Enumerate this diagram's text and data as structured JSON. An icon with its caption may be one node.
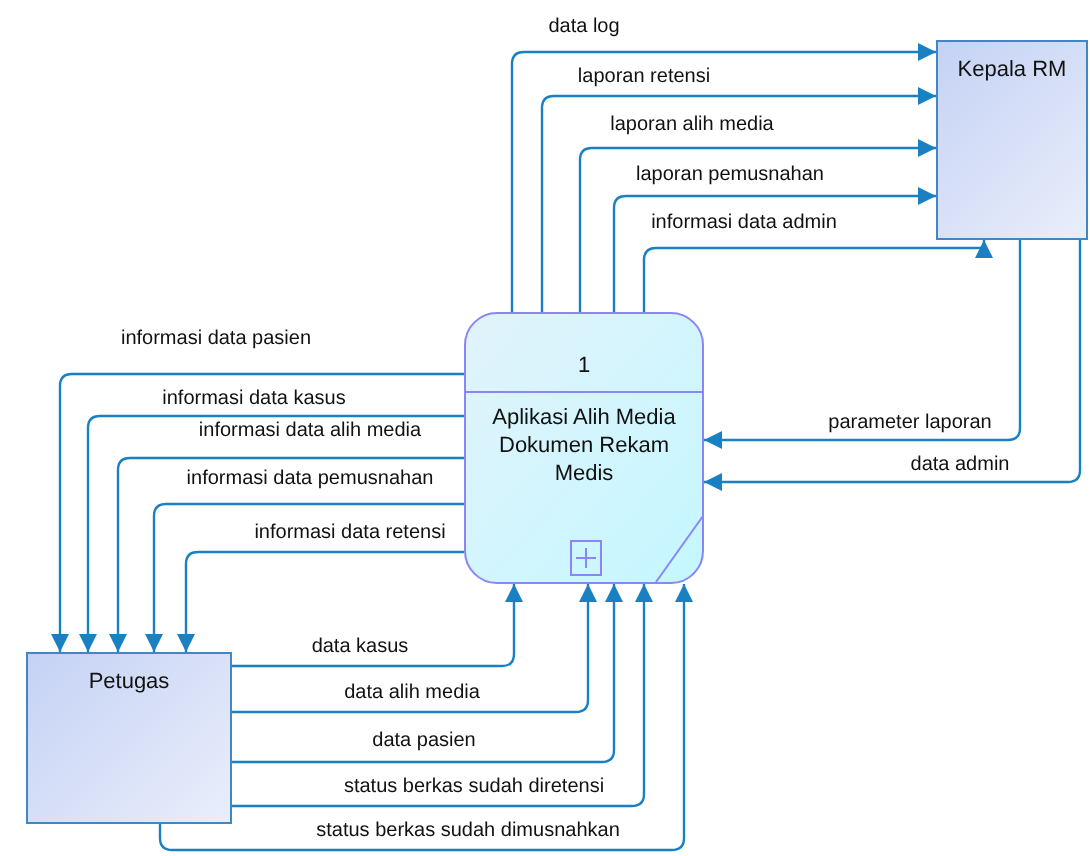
{
  "diagram": {
    "nodes": [
      {
        "text": [
          "Kepala RM"
        ]
      },
      {
        "text": [
          "1",
          "Aplikasi Alih Media Dokumen Rekam Medis"
        ]
      },
      {
        "text": [
          "Petugas"
        ]
      }
    ],
    "edges": [
      {
        "from": 1,
        "to": 0,
        "arrow": "to",
        "label": "data log"
      },
      {
        "from": 1,
        "to": 0,
        "arrow": "to",
        "label": "laporan retensi"
      },
      {
        "from": 1,
        "to": 0,
        "arrow": "to",
        "label": "laporan alih media"
      },
      {
        "from": 1,
        "to": 0,
        "arrow": "to",
        "label": "laporan pemusnahan"
      },
      {
        "from": 1,
        "to": 0,
        "arrow": "to",
        "label": "informasi data admin"
      },
      {
        "from": 0,
        "to": 1,
        "arrow": "to",
        "label": "parameter laporan"
      },
      {
        "from": 0,
        "to": 1,
        "arrow": "to",
        "label": "data admin"
      },
      {
        "from": 1,
        "to": 2,
        "arrow": "to",
        "label": "informasi data pasien"
      },
      {
        "from": 1,
        "to": 2,
        "arrow": "to",
        "label": "informasi data kasus"
      },
      {
        "from": 1,
        "to": 2,
        "arrow": "to",
        "label": "informasi data alih media"
      },
      {
        "from": 1,
        "to": 2,
        "arrow": "to",
        "label": "informasi data pemusnahan"
      },
      {
        "from": 1,
        "to": 2,
        "arrow": "to",
        "label": "informasi data retensi"
      },
      {
        "from": 2,
        "to": 1,
        "arrow": "to",
        "label": "data kasus"
      },
      {
        "from": 2,
        "to": 1,
        "arrow": "to",
        "label": "data alih media"
      },
      {
        "from": 2,
        "to": 1,
        "arrow": "to",
        "label": "data pasien"
      },
      {
        "from": 2,
        "to": 1,
        "arrow": "to",
        "label": "status berkas sudah diretensi"
      },
      {
        "from": 2,
        "to": 1,
        "arrow": "to",
        "label": "status berkas sudah dimusnahkan"
      }
    ]
  }
}
